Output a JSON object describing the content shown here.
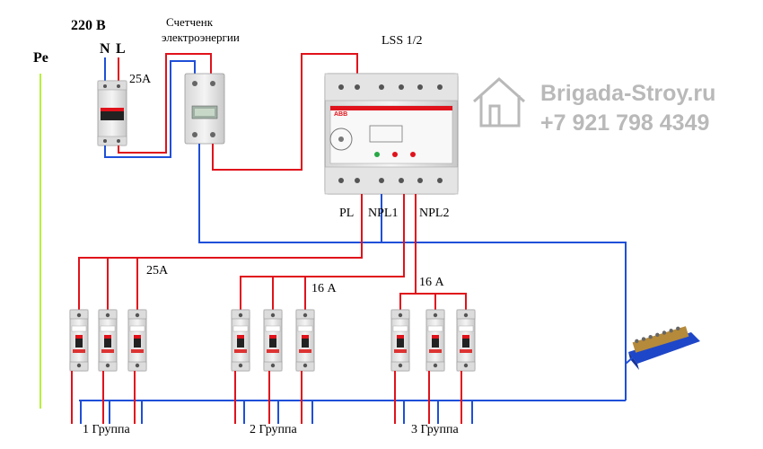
{
  "labels": {
    "voltage": "220 В",
    "neutral": "N",
    "line": "L",
    "main_breaker_rating": "25A",
    "meter_title_line1": "Счетченк",
    "meter_title_line2": "электроэнергии",
    "relay_model": "LSS 1/2",
    "ground": "Pe",
    "terminal_pl": "PL",
    "terminal_npl1": "NPL1",
    "terminal_npl2": "NPL2",
    "group1_rating": "25A",
    "group2_rating": "16 А",
    "group3_rating": "16 А",
    "group1": "1 Группа",
    "group2": "2 Группа",
    "group3": "3 Группа",
    "watermark_site": "Brigada-Stroy.ru",
    "watermark_phone": "+7 921 798 4349",
    "relay_brand": "ABB"
  },
  "colors": {
    "phase": "#e0121b",
    "neutral": "#1f4fd8",
    "ground": "#b8f03a",
    "module": "#ececec",
    "din_bus": "#1e46c8"
  },
  "icons": {
    "watermark_logo": "house-icon",
    "breaker_lever": "toggle-lever-icon"
  }
}
